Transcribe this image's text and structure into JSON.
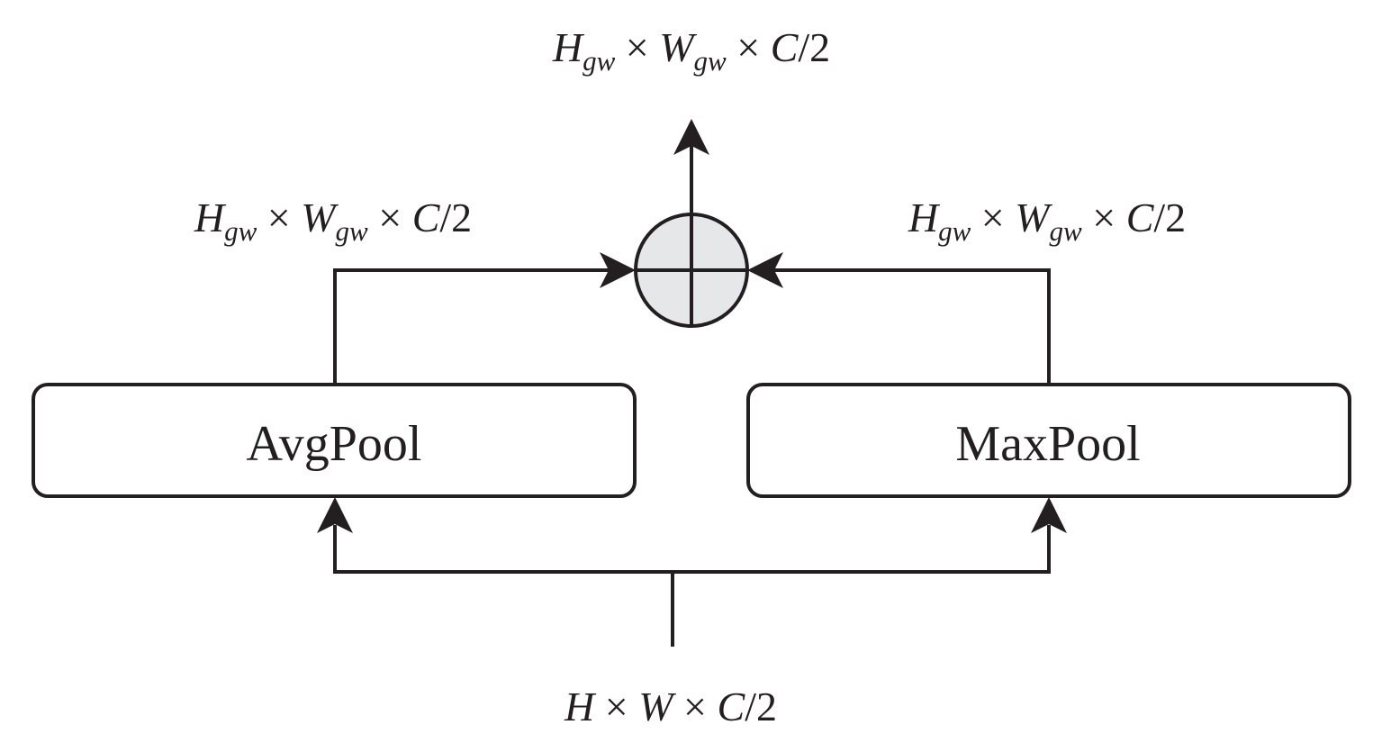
{
  "nodes": {
    "avgpool": {
      "label": "AvgPool"
    },
    "maxpool": {
      "label": "MaxPool"
    },
    "sum": {
      "symbol": "⊕",
      "fill": "#e6e7e8"
    }
  },
  "labels": {
    "input": {
      "H": "H",
      "times1": " × ",
      "W": "W",
      "times2": " × ",
      "C": "C",
      "frac": "/2"
    },
    "avg_output": {
      "H": "H",
      "H_sub": "gw",
      "times1": " × ",
      "W": "W",
      "W_sub": "gw",
      "times2": " × ",
      "C": "C",
      "frac": "/2"
    },
    "max_output": {
      "H": "H",
      "H_sub": "gw",
      "times1": " × ",
      "W": "W",
      "W_sub": "gw",
      "times2": " × ",
      "C": "C",
      "frac": "/2"
    },
    "final_output": {
      "H": "H",
      "H_sub": "gw",
      "times1": " × ",
      "W": "W",
      "W_sub": "gw",
      "times2": " × ",
      "C": "C",
      "frac": "/2"
    }
  },
  "colors": {
    "stroke": "#231f20",
    "sum_fill": "#e6e7e8",
    "background": "#ffffff"
  }
}
